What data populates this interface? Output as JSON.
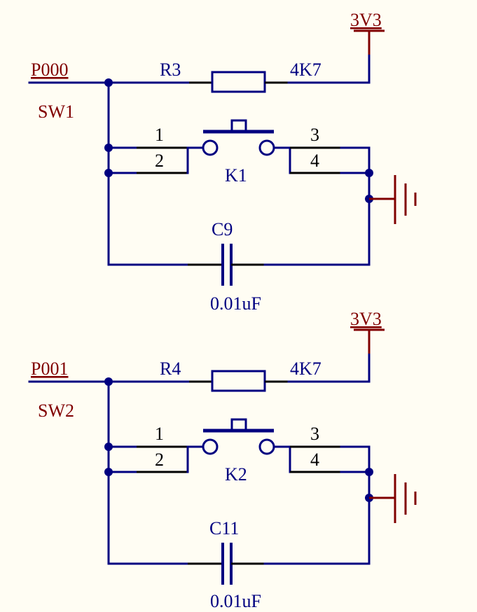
{
  "colors": {
    "background": "#FFFDF3",
    "wire": "#000080",
    "pin": "#000000",
    "power": "#800000",
    "label": "#000080",
    "net_label": "#800000"
  },
  "circuits": [
    {
      "net": "P000",
      "designator": "SW1",
      "power": "3V3",
      "resistor": {
        "ref": "R3",
        "value": "4K7"
      },
      "switch": {
        "ref": "K1",
        "pins": [
          "1",
          "2",
          "3",
          "4"
        ]
      },
      "capacitor": {
        "ref": "C9",
        "value": "0.01uF"
      }
    },
    {
      "net": "P001",
      "designator": "SW2",
      "power": "3V3",
      "resistor": {
        "ref": "R4",
        "value": "4K7"
      },
      "switch": {
        "ref": "K2",
        "pins": [
          "1",
          "2",
          "3",
          "4"
        ]
      },
      "capacitor": {
        "ref": "C11",
        "value": "0.01uF"
      }
    }
  ]
}
